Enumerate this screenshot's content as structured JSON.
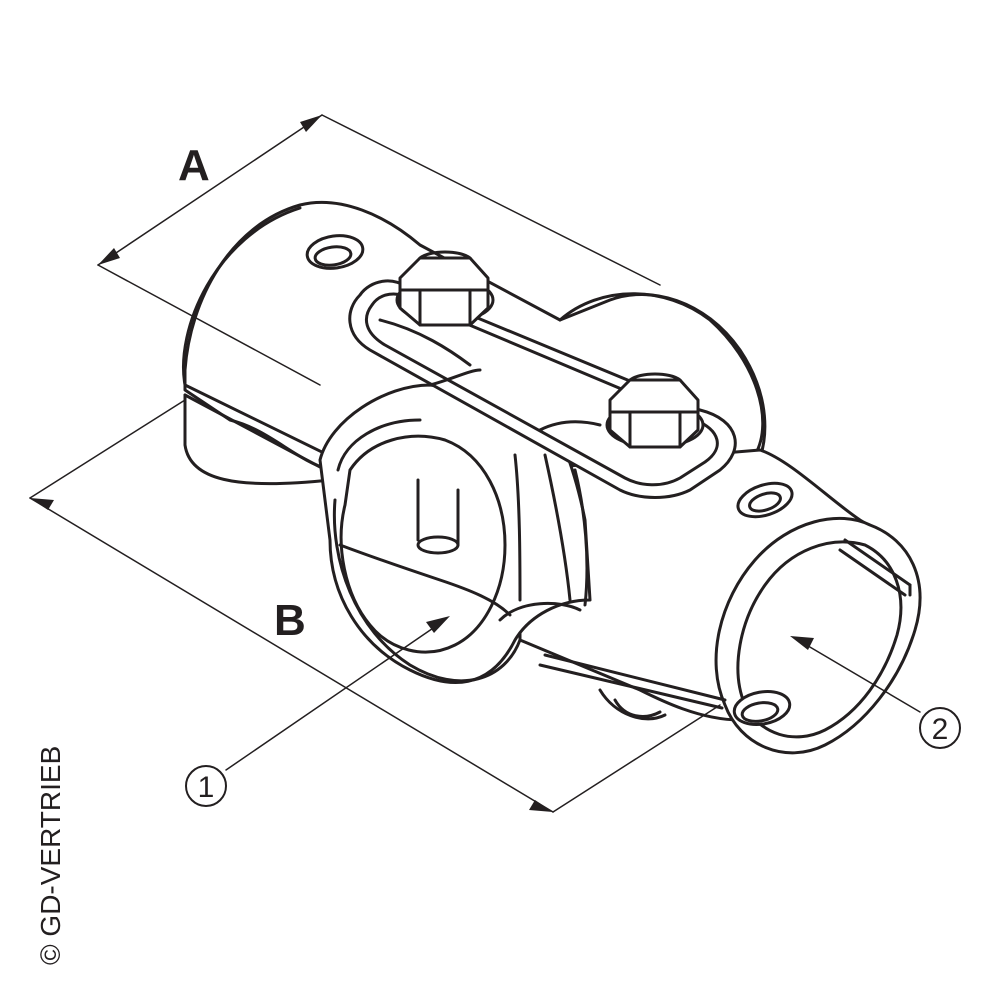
{
  "dimensions": {
    "a_label": "A",
    "b_label": "B"
  },
  "callouts": [
    {
      "label": "1"
    },
    {
      "label": "2"
    }
  ],
  "copyright": "© GD-VERTRIEB",
  "colors": {
    "line": "#231f20",
    "background": "#ffffff"
  }
}
